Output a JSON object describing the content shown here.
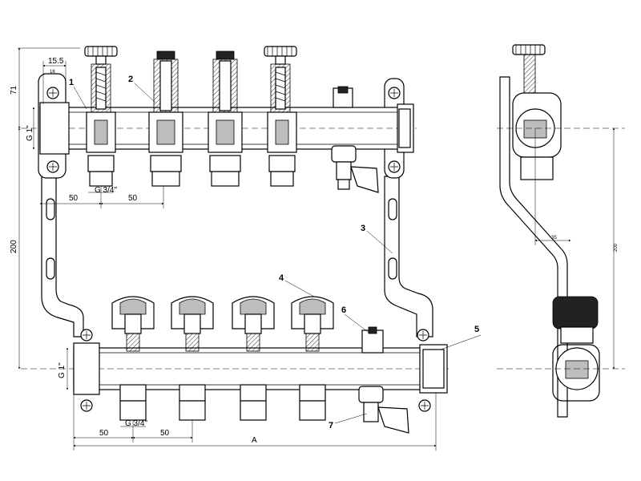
{
  "dimensions": {
    "top_height": "71",
    "left_offset": "15.5",
    "small_offset": "16",
    "pipe_thread_top": "G 1\"",
    "pipe_thread_bottom": "G 1\"",
    "port_thread_top": "G 3/4\"",
    "port_thread_bottom": "G 3/4\"",
    "spacing_top_a": "50",
    "spacing_top_b": "50",
    "spacing_bottom_a": "50",
    "spacing_bottom_b": "50",
    "vertical_height": "200",
    "overall_length": "A",
    "side_offset": "35",
    "side_height": "200"
  },
  "callouts": [
    "1",
    "2",
    "3",
    "4",
    "5",
    "6",
    "7"
  ]
}
